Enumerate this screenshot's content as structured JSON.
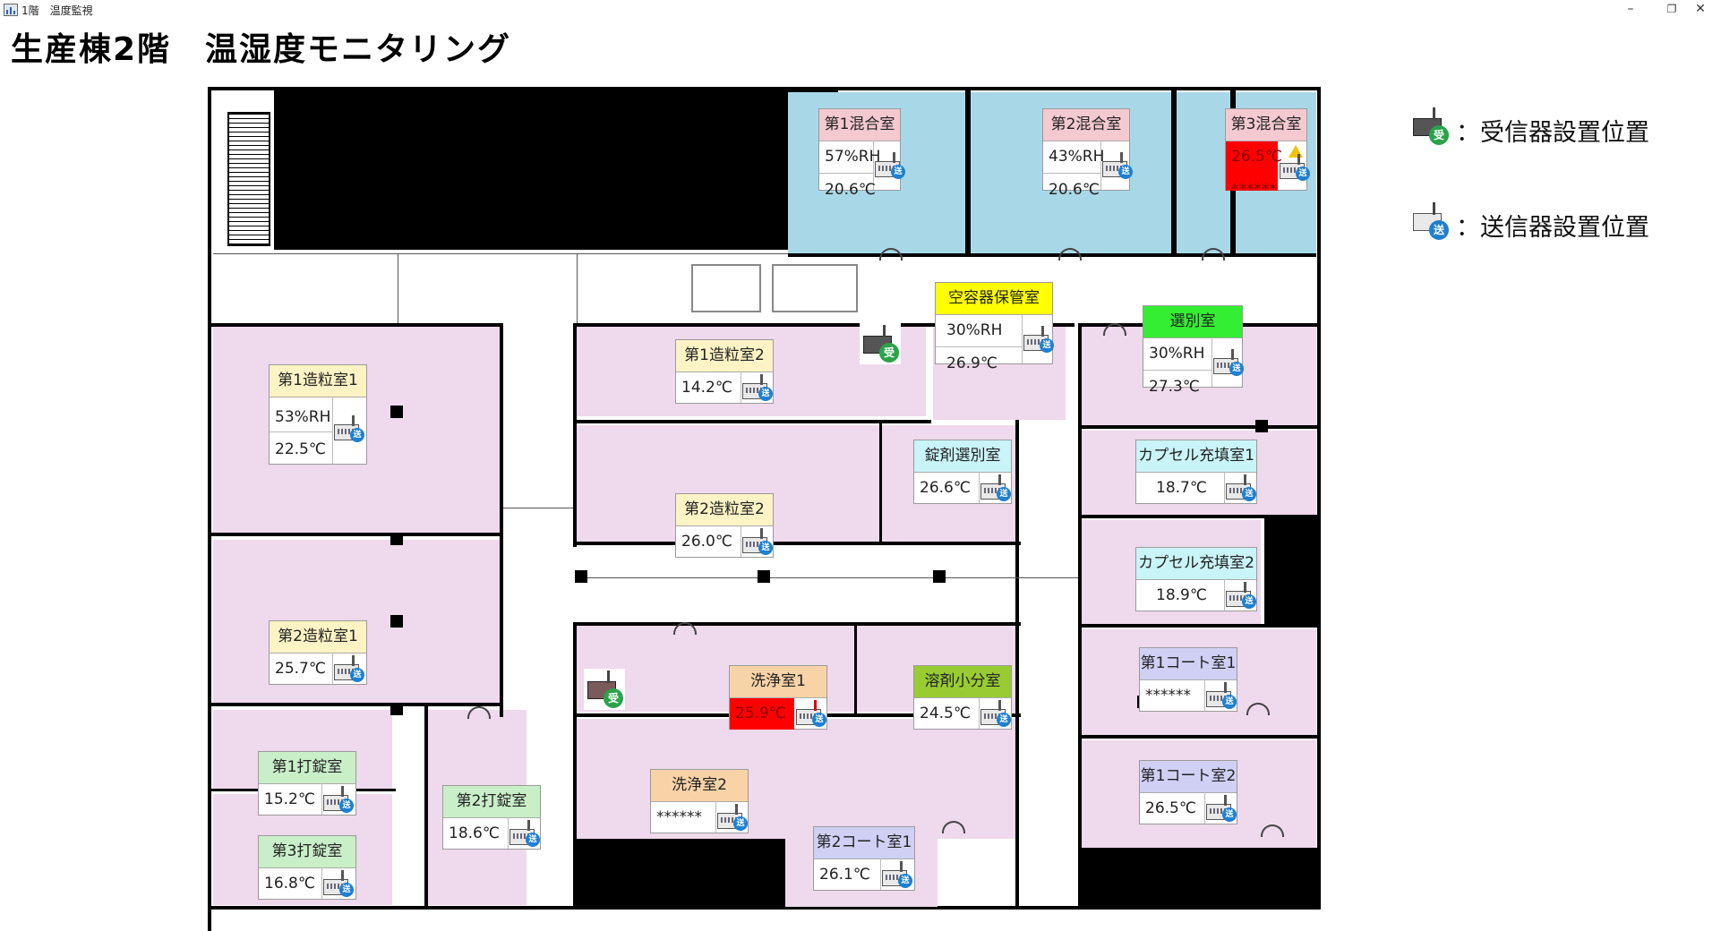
{
  "window": {
    "title": "1階　温度監視",
    "minimize_glyph": "–",
    "restore_glyph": "❐",
    "close_glyph": "✕"
  },
  "page_title": "生産棟2階　温湿度モニタリング",
  "icons": {
    "transmitter_badge": "送",
    "receiver_badge": "受"
  },
  "legend": {
    "receiver_label": "：受信器設置位置",
    "transmitter_label": "：送信器設置位置"
  },
  "colors": {
    "alarm": "#ff0000",
    "room_pink": "#efd9ec",
    "room_blue": "#a8d8e8",
    "label_mix": "#f4c9d0",
    "label_granulate": "#fdf3c4",
    "label_tablet": "#c9efc9",
    "label_select": "#c9f4f8",
    "label_wash": "#f9d3a8",
    "label_coat": "#cfd0f4",
    "label_storage": "#ffff00",
    "label_sort": "#33ee33",
    "label_dissolve": "#99cc33"
  },
  "rooms": {
    "mix1": {
      "name": "第1混合室",
      "humidity": "57%RH",
      "temperature": "20.6℃"
    },
    "mix2": {
      "name": "第2混合室",
      "humidity": "43%RH",
      "temperature": "20.6℃"
    },
    "mix3": {
      "name": "第3混合室",
      "temperature": "26.5℃",
      "humidity": "******",
      "status": "alarm"
    },
    "storage": {
      "name": "空容器保管室",
      "humidity": "30%RH",
      "temperature": "26.9℃"
    },
    "sort": {
      "name": "選別室",
      "humidity": "30%RH",
      "temperature": "27.3℃"
    },
    "granulate1_1": {
      "name": "第1造粒室1",
      "humidity": "53%RH",
      "temperature": "22.5℃"
    },
    "granulate1_2": {
      "name": "第1造粒室2",
      "temperature": "14.2℃"
    },
    "granulate2_2": {
      "name": "第2造粒室2",
      "temperature": "26.0℃"
    },
    "tablet_select": {
      "name": "錠剤選別室",
      "temperature": "26.6℃"
    },
    "capsule1": {
      "name": "カプセル充填室1",
      "temperature": "18.7℃"
    },
    "capsule2": {
      "name": "カプセル充填室2",
      "temperature": "18.9℃"
    },
    "granulate2_1": {
      "name": "第2造粒室1",
      "temperature": "25.7℃"
    },
    "wash1": {
      "name": "洗浄室1",
      "temperature": "25.9℃",
      "status": "alarm"
    },
    "dissolve": {
      "name": "溶剤小分室",
      "temperature": "24.5℃"
    },
    "coat1": {
      "name": "第1コート室1",
      "temperature": "******"
    },
    "tablet1": {
      "name": "第1打錠室",
      "temperature": "15.2℃"
    },
    "tablet2": {
      "name": "第2打錠室",
      "temperature": "18.6℃"
    },
    "wash2": {
      "name": "洗浄室2",
      "temperature": "******"
    },
    "coat2_2": {
      "name": "第1コート室2",
      "temperature": "26.5℃"
    },
    "tablet3": {
      "name": "第3打錠室",
      "temperature": "16.8℃"
    },
    "coat2_1": {
      "name": "第2コート室1",
      "temperature": "26.1℃"
    }
  }
}
